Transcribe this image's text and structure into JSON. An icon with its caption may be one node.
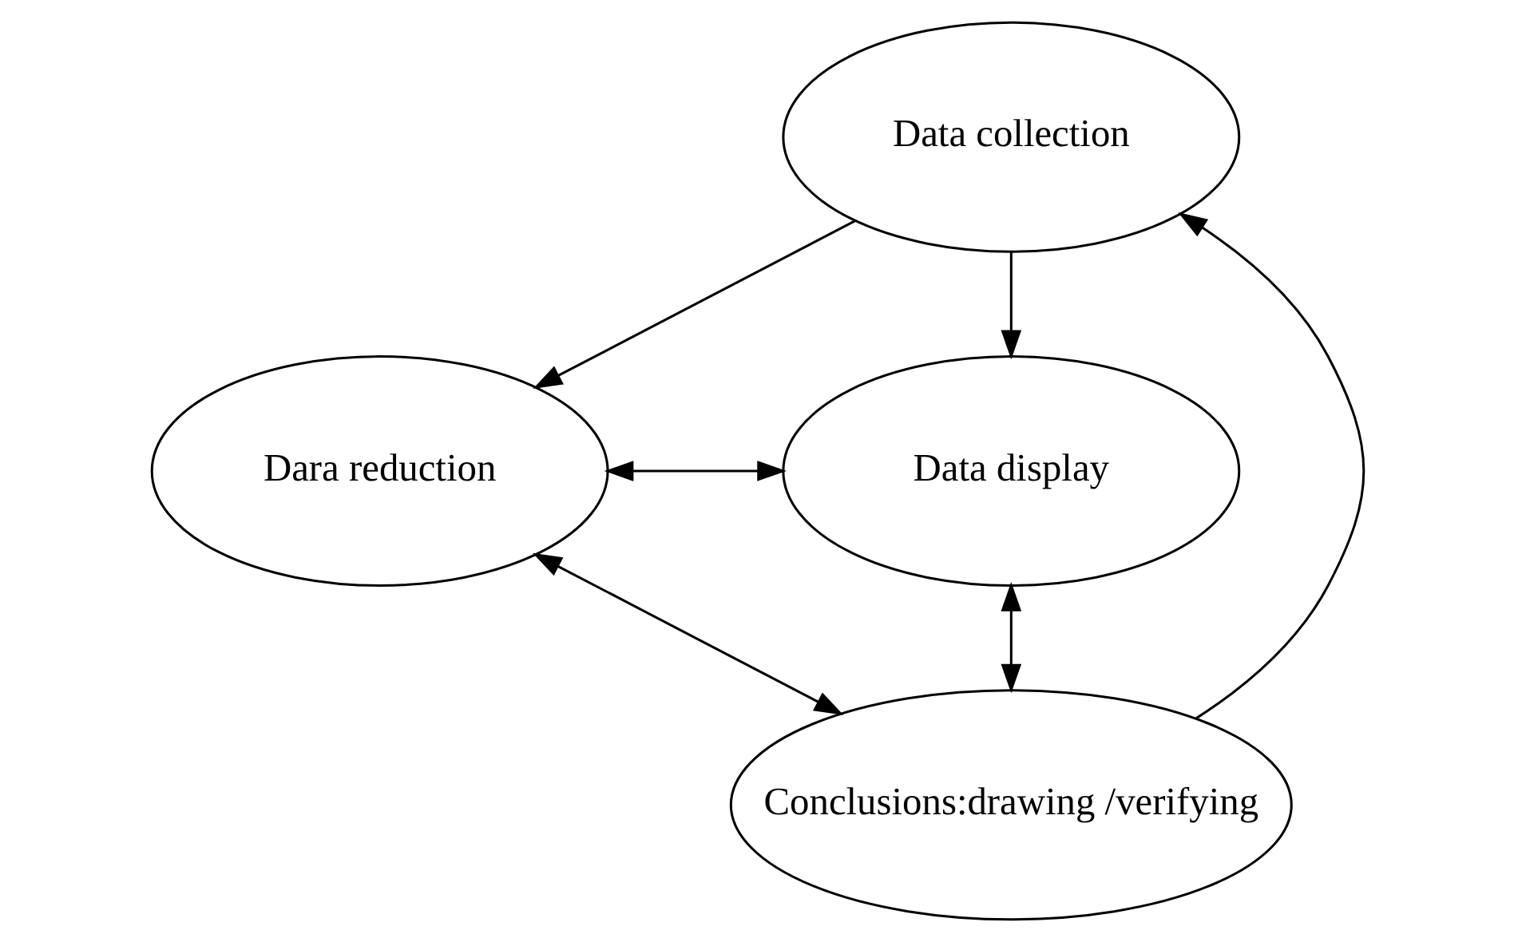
{
  "diagram": {
    "nodes": [
      {
        "text": [
          "Data collection"
        ]
      },
      {
        "text": [
          "Data display"
        ]
      },
      {
        "text": [
          "Dara reduction"
        ]
      },
      {
        "text": [
          "Conclusions:drawing /verifying"
        ]
      }
    ],
    "edges": [
      {
        "from": 0,
        "to": 1,
        "arrow": "to"
      },
      {
        "from": 0,
        "to": 2,
        "arrow": "to"
      },
      {
        "from": 2,
        "to": 1,
        "arrow": "both"
      },
      {
        "from": 2,
        "to": 3,
        "arrow": "both"
      },
      {
        "from": 1,
        "to": 3,
        "arrow": "both"
      },
      {
        "from": 3,
        "to": 0,
        "arrow": "to"
      }
    ]
  }
}
